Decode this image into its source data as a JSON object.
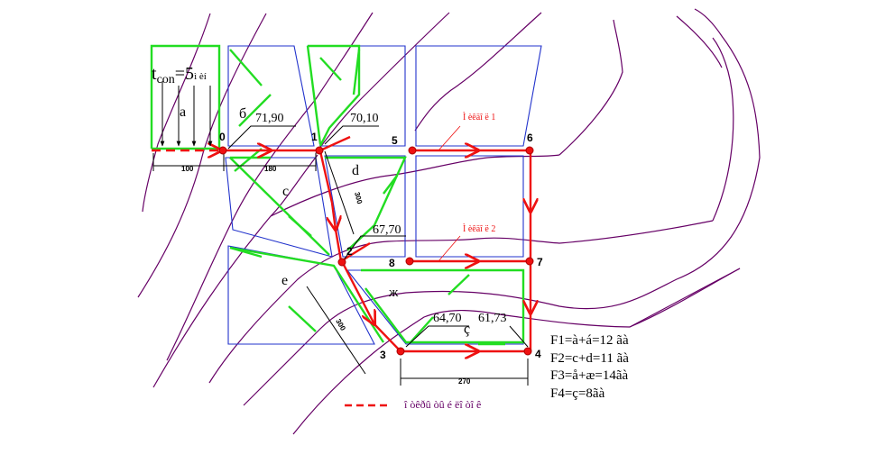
{
  "colors": {
    "contour": "#660066",
    "catchment": "#2233cc",
    "green": "#22dd22",
    "flow": "#ee1111",
    "text": "#000000"
  },
  "labels": {
    "tcon": "t",
    "tcon_sub": "con",
    "tcon_val": "=5",
    "tcon_unit": "ì èí",
    "zone_a": "a",
    "zone_b": "б",
    "zone_c": "c",
    "zone_d": "d",
    "zone_e": "e",
    "zone_zh": "ж",
    "zone_z": "ç",
    "v1": "71,90",
    "v2": "70,10",
    "v3": "67,70",
    "v4": "64,70",
    "v5": "61,73",
    "dim_100": "100",
    "dim_180": "180",
    "dim_300a": "300",
    "dim_300b": "300",
    "dim_270": "270",
    "line1": "Ì èêäî ë 1",
    "line2": "Ì èêäî ë 2",
    "legend": "î òêðû òû é ëî òî ê"
  },
  "nodes": [
    {
      "id": "0",
      "label": "0"
    },
    {
      "id": "1",
      "label": "1"
    },
    {
      "id": "2",
      "label": "2"
    },
    {
      "id": "3",
      "label": "3"
    },
    {
      "id": "4",
      "label": "4"
    },
    {
      "id": "5",
      "label": "5"
    },
    {
      "id": "6",
      "label": "6"
    },
    {
      "id": "7",
      "label": "7"
    },
    {
      "id": "8",
      "label": "8"
    }
  ],
  "formulas": [
    "F1=à+á=12 ãà",
    "F2=c+d=11 ãà",
    "F3=å+æ=14ãà",
    "F4=ç=8ãà"
  ]
}
